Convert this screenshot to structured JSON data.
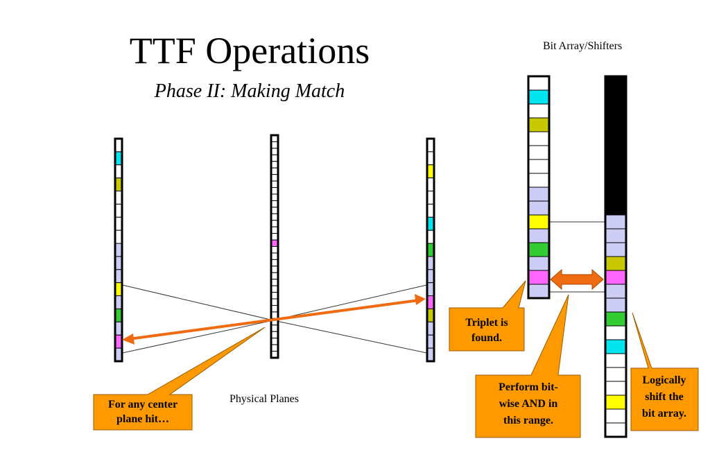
{
  "title": "TTF Operations",
  "subtitle": "Phase II: Making Match",
  "labels": {
    "bit_array_shifters": "Bit Array/Shifters",
    "physical_planes": "Physical Planes"
  },
  "callouts": {
    "center_hit": [
      "For any center",
      "plane hit…"
    ],
    "triplet": [
      "Triplet is",
      "found."
    ],
    "bitwise_and": [
      "Perform bit-",
      "wise AND in",
      "this range."
    ],
    "shift": [
      "Logically",
      "shift the",
      "bit array."
    ]
  },
  "colors": {
    "cyan": "#00e5f0",
    "olive": "#c8c800",
    "yellow": "#ffff00",
    "green": "#33cc33",
    "magenta": "#ff66ff",
    "lavender": "#ccccf5",
    "white": "#ffffff",
    "black": "#000000",
    "arrow": "#f06a10",
    "callout": "#ff9900"
  },
  "strips": {
    "left": [
      "white",
      "cyan",
      "white",
      "olive",
      "white",
      "white",
      "white",
      "white",
      "lavender",
      "lavender",
      "lavender",
      "yellow",
      "lavender",
      "green",
      "lavender",
      "magenta",
      "lavender"
    ],
    "center_count": 34,
    "right": [
      "white",
      "white",
      "yellow",
      "white",
      "white",
      "white",
      "cyan",
      "white",
      "green",
      "lavender",
      "lavender",
      "lavender",
      "magenta",
      "olive",
      "lavender",
      "lavender",
      "lavender"
    ],
    "bit_array": [
      "white",
      "cyan",
      "white",
      "olive",
      "white",
      "white",
      "white",
      "white",
      "lavender",
      "lavender",
      "yellow",
      "lavender",
      "green",
      "lavender",
      "magenta",
      "lavender"
    ],
    "shifter": [
      "black",
      "black",
      "black",
      "black",
      "black",
      "black",
      "black",
      "black",
      "black",
      "black",
      "lavender",
      "lavender",
      "lavender",
      "olive",
      "magenta",
      "lavender",
      "lavender",
      "green",
      "white",
      "cyan",
      "white",
      "white",
      "white",
      "yellow",
      "white",
      "white"
    ]
  }
}
